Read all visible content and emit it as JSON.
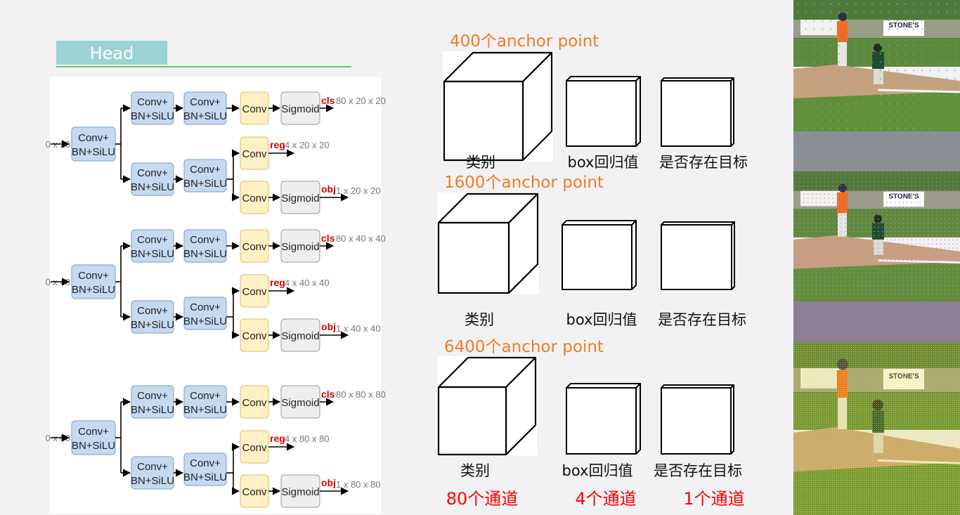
{
  "head": {
    "title": "Head"
  },
  "diagram": {
    "inputs": [
      "0 x 20",
      "0 x 40",
      "0 x 80"
    ],
    "node_labels": {
      "conv_bn_line1": "Conv+",
      "conv_bn_line2": "BN+SiLU",
      "conv": "Conv",
      "sigmoid": "Sigmoid"
    },
    "branch_tags": {
      "cls": "cls",
      "reg": "reg",
      "obj": "obj"
    },
    "branches": [
      {
        "cls_dim": "80 x 20 x 20",
        "reg_dim": "4 x 20 x 20",
        "obj_dim": "1 x 20 x 20"
      },
      {
        "cls_dim": "80 x 40 x 40",
        "reg_dim": "4 x 40 x 40",
        "obj_dim": "1 x 40 x 40"
      },
      {
        "cls_dim": "80 x 80 x 80",
        "reg_dim": "4 x 80 x 80",
        "obj_dim": "1 x 80 x 80"
      }
    ]
  },
  "levels": [
    {
      "anchor_title": "400个anchor point",
      "labels": [
        "类别",
        "box回归值",
        "是否存在目标"
      ]
    },
    {
      "anchor_title": "1600个anchor point",
      "labels": [
        "类别",
        "box回归值",
        "是否存在目标"
      ]
    },
    {
      "anchor_title": "6400个anchor point",
      "labels": [
        "类别",
        "box回归值",
        "是否存在目标"
      ]
    }
  ],
  "channels": [
    "80个通道",
    "4个通道",
    "1个通道"
  ],
  "photos": [
    {
      "sign_text": "STONE'S",
      "dot_color": "#3ec9a0"
    },
    {
      "sign_text": "STONE'S",
      "dot_color": "#d97ad1"
    },
    {
      "sign_text": "STONE'S",
      "dot_color": "#e6d23c"
    }
  ]
}
